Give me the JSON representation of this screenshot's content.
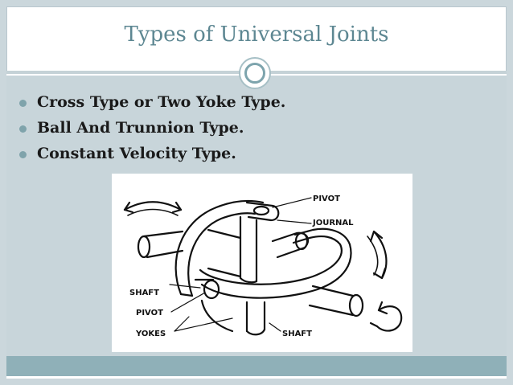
{
  "slide": {
    "title": "Types of Universal Joints",
    "bullets": [
      "Cross Type or Two Yoke Type.",
      "Ball And Trunnion Type.",
      "Constant Velocity Type."
    ]
  },
  "diagram": {
    "labels": {
      "pivot_top": "PIVOT",
      "journal": "JOURNAL",
      "shaft_left": "SHAFT",
      "pivot_left": "PIVOT",
      "yokes": "YOKES",
      "shaft_right": "SHAFT"
    }
  },
  "colors": {
    "title": "#5d8792",
    "background": "#c8d5da",
    "bottom_band": "#8fb0b8",
    "bullet_dot": "#7fa3ab"
  }
}
